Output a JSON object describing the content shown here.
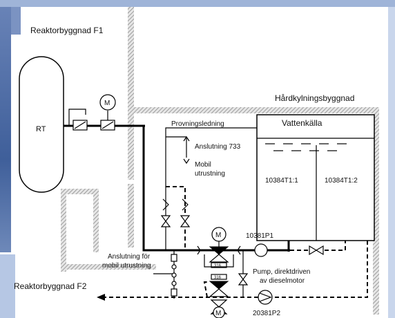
{
  "buildings": {
    "reactor_f1": "Reaktorbyggnad  F1",
    "hardkylning": "Hårdkylningsbyggnad",
    "reactor_f2": "Reaktorbyggnad  F2"
  },
  "components": {
    "rt": "RT",
    "tank_title": "Vattenkälla",
    "tank_left": "10384T1:1",
    "tank_right": "10384T1:2",
    "pump_main": "10381P1",
    "pump_diesel": "20381P2",
    "motor_top": "M",
    "motor_f1": "M",
    "motor_bottom": "M"
  },
  "labels": {
    "provning": "Provningsledning",
    "anslutning_733": "Anslutning 733",
    "mobil_line1": "Mobil",
    "mobil_line2": "utrustning",
    "anslutning_for": "Anslutning för",
    "mobil_utrustning": "mobil utrustning",
    "pump_line1": "Pump, direktdriven",
    "pump_line2": "av dieselmotor",
    "tag_a": "316",
    "tag_b": "316"
  },
  "colors": {
    "line": "#000000",
    "wall_hatch": "#8c8c8c",
    "background": "#ffffff",
    "photo_blue": "#3f5f9a"
  }
}
